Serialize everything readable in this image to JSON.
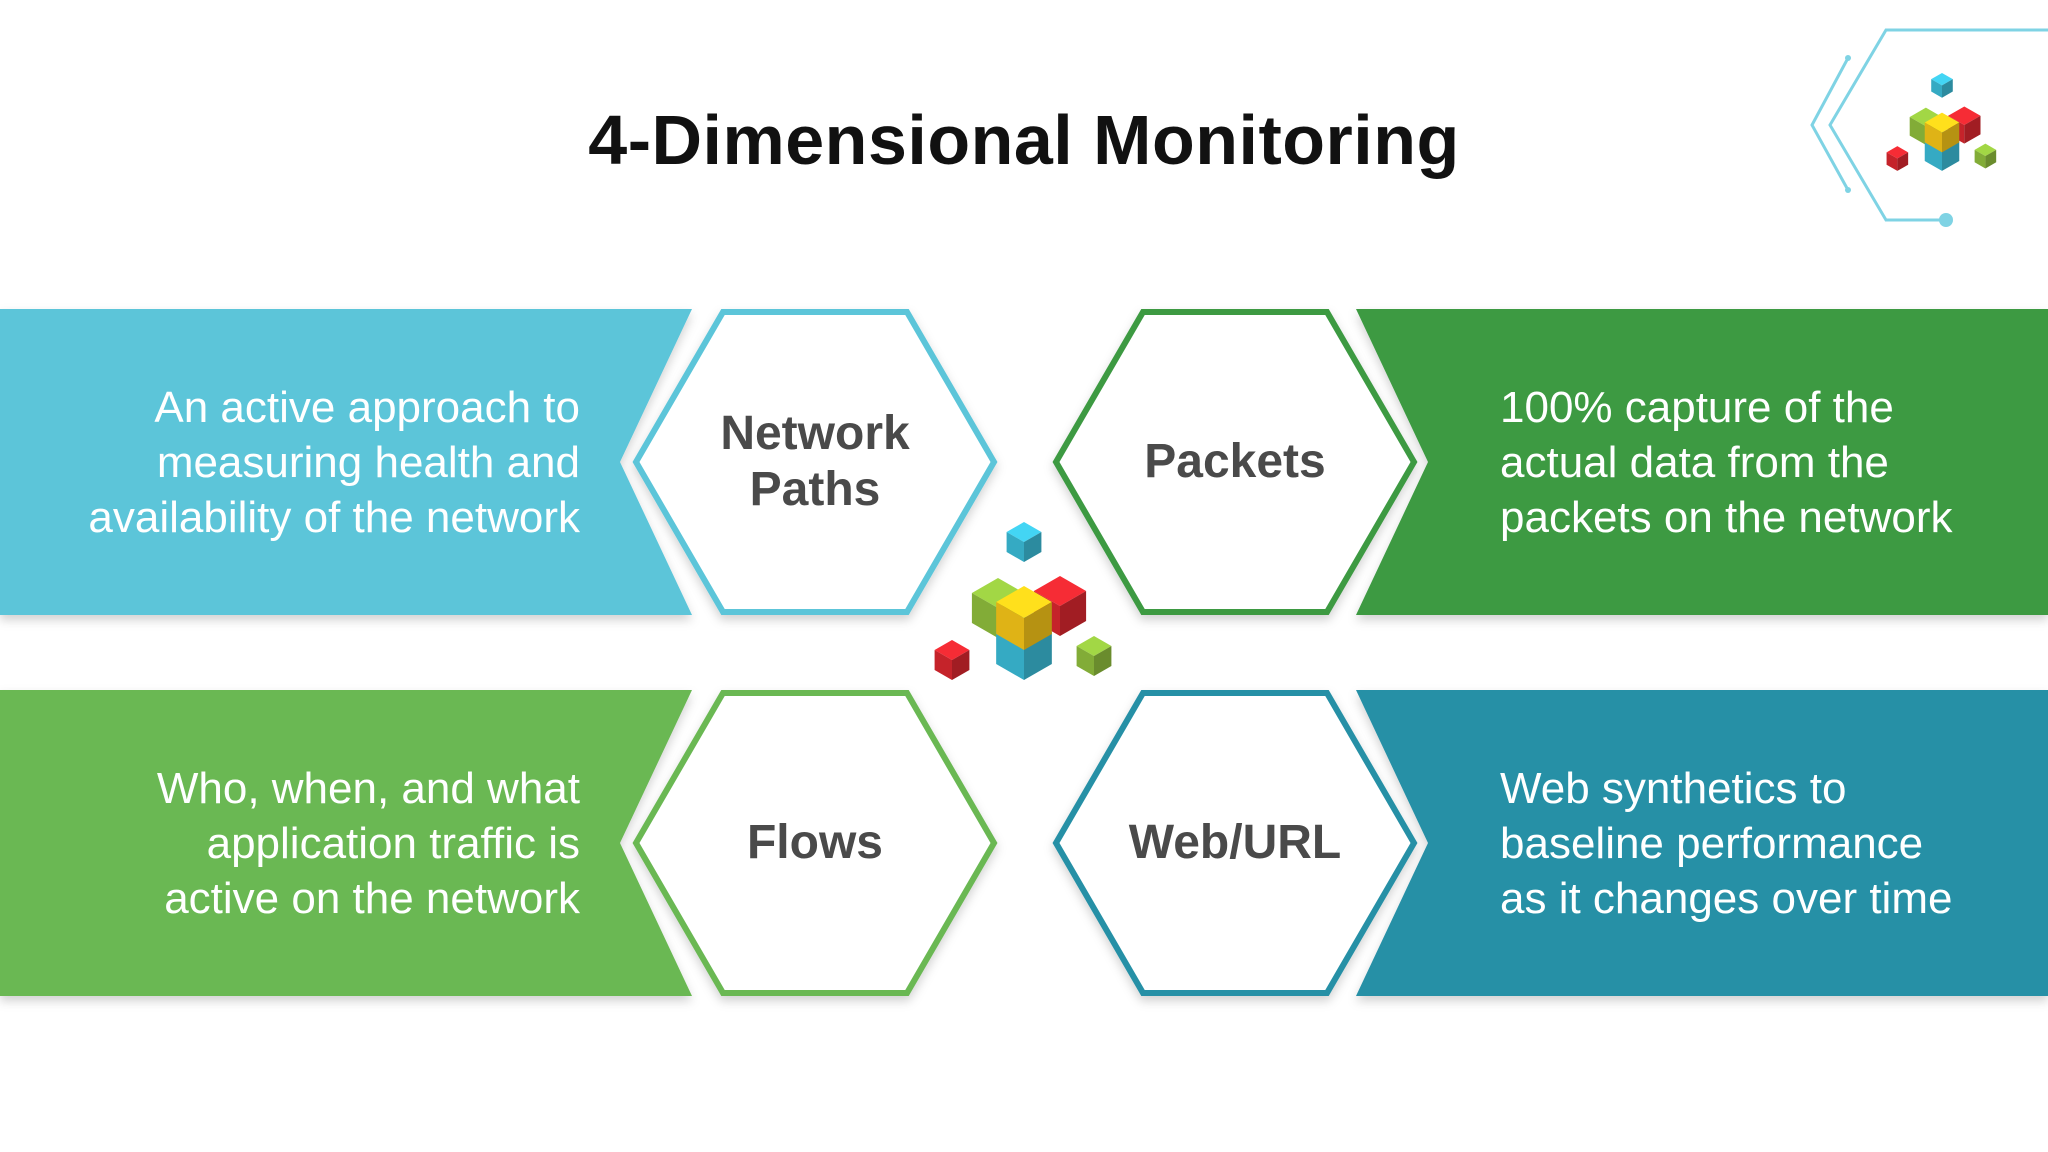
{
  "title": "4-Dimensional Monitoring",
  "colors": {
    "network_paths": "#5bc5d9",
    "packets": "#3d9a43",
    "flows": "#6ab853",
    "web_url": "#2690a6",
    "cube_red": "#d6262e",
    "cube_yellow": "#f2c318",
    "cube_green": "#8dbb3c",
    "cube_cyan": "#3ab9d4",
    "label_text": "#4a4a4a"
  },
  "dimensions": [
    {
      "id": "network_paths",
      "label_lines": [
        "Network",
        "Paths"
      ],
      "description_lines": [
        "An active approach to",
        "measuring health and",
        "availability of the network"
      ]
    },
    {
      "id": "packets",
      "label_lines": [
        "Packets"
      ],
      "description_lines": [
        "100% capture of the",
        "actual data from the",
        "packets on the network"
      ]
    },
    {
      "id": "flows",
      "label_lines": [
        "Flows"
      ],
      "description_lines": [
        "Who, when, and what",
        "application traffic is",
        "active on the network"
      ]
    },
    {
      "id": "web_url",
      "label_lines": [
        "Web/URL"
      ],
      "description_lines": [
        "Web synthetics to",
        "baseline performance",
        "as it changes over time"
      ]
    }
  ]
}
